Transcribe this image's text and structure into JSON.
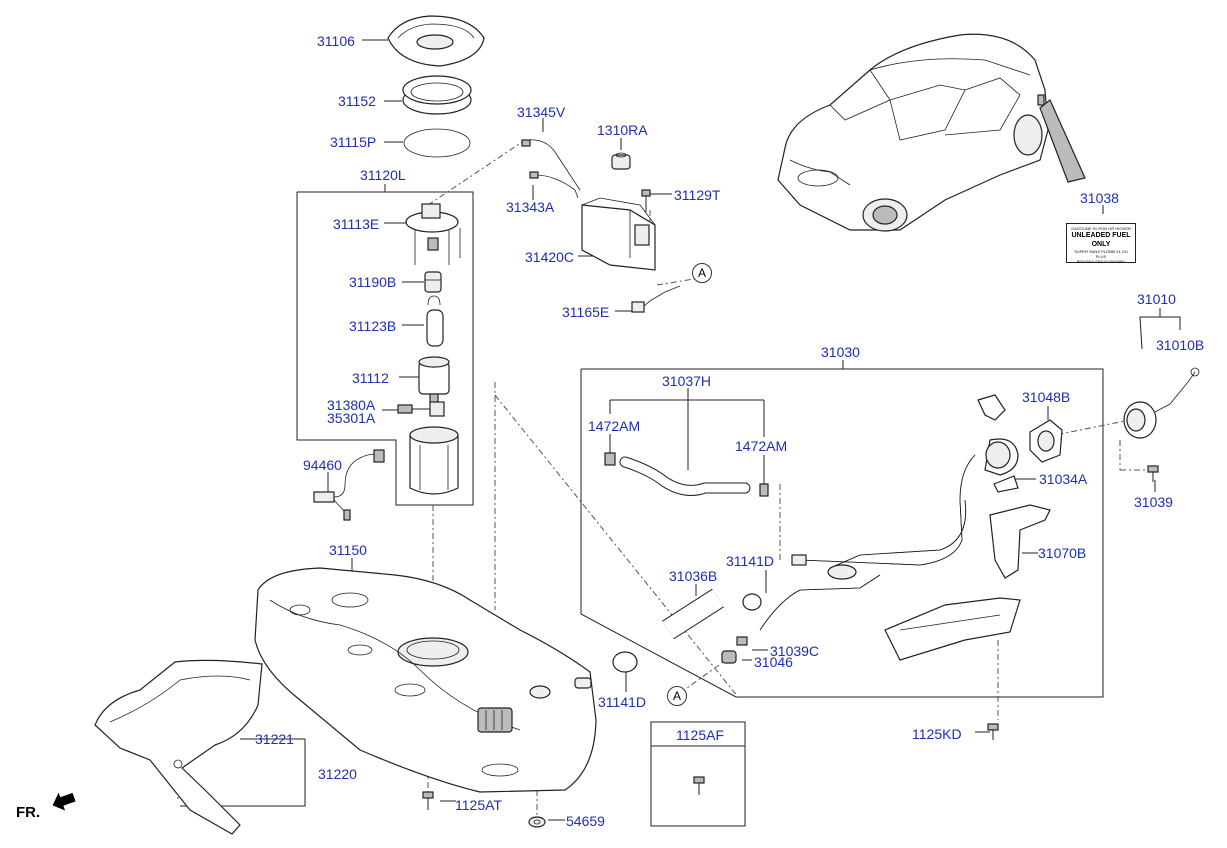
{
  "parts": {
    "p31106": "31106",
    "p31152": "31152",
    "p31115P": "31115P",
    "p31120L": "31120L",
    "p31113E": "31113E",
    "p31190B": "31190B",
    "p31123B": "31123B",
    "p31112": "31112",
    "p31380A": "31380A",
    "p35301A": "35301A",
    "p94460": "94460",
    "p31345V": "31345V",
    "p1310RA": "1310RA",
    "p31343A": "31343A",
    "p31129T": "31129T",
    "p31420C": "31420C",
    "p31165E": "31165E",
    "p31038": "31038",
    "p31010": "31010",
    "p31010B": "31010B",
    "p31030": "31030",
    "p31037H": "31037H",
    "p1472AM_a": "1472AM",
    "p1472AM_b": "1472AM",
    "p31048B": "31048B",
    "p31034A": "31034A",
    "p31039": "31039",
    "p31141D_a": "31141D",
    "p31036B": "31036B",
    "p31070B": "31070B",
    "p31039C": "31039C",
    "p31046": "31046",
    "p31141D_b": "31141D",
    "p31150": "31150",
    "p31221": "31221",
    "p31220": "31220",
    "p1125AT": "1125AT",
    "p54659": "54659",
    "p1125AF": "1125AF",
    "p1125KD": "1125KD"
  },
  "markers": {
    "a1": "A",
    "a2": "A"
  },
  "direction": "FR.",
  "fuel_label": {
    "line1": "GASOLINE 91 RON OR HIGHER",
    "line2a": "UNLEADED FUEL ONLY",
    "line3": "SUPER SANS PLOMB 91 OU PLUS",
    "line4": "BENZINA SENZA PIOMBO"
  },
  "colors": {
    "callout": "#1f2fb0",
    "line": "#222222",
    "dash": "#555555"
  }
}
